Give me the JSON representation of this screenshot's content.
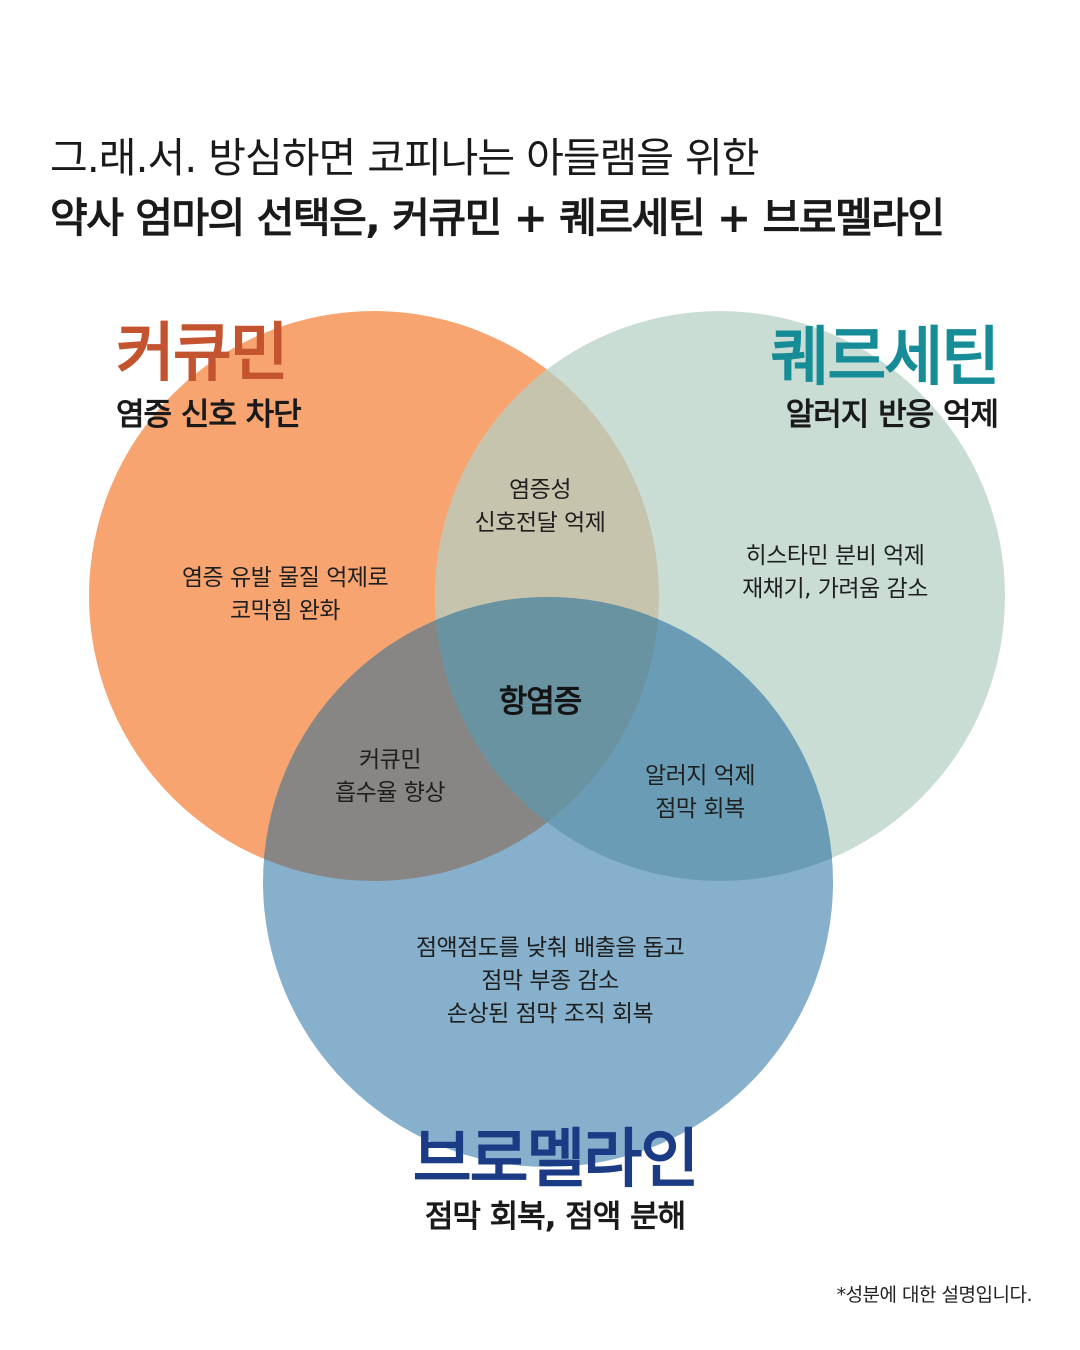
{
  "headline": {
    "line1": "그.래.서. 방심하면 코피나는 아들램을 위한",
    "line2": "약사 엄마의 선택은, 커큐민 + 퀘르세틴 + 브로멜라인"
  },
  "circles": {
    "curcumin": {
      "title": "커큐민",
      "subtitle": "염증 신호 차단",
      "fill_color": "#F7A470",
      "title_color": "#C4532F",
      "body": [
        "염증 유발 물질 억제로",
        "코막힘 완화"
      ]
    },
    "quercetin": {
      "title": "퀘르세틴",
      "subtitle": "알러지 반응 억제",
      "fill_color": "#C9DDD5",
      "title_color": "#168C97",
      "body": [
        "히스타민 분비 억제",
        "재채기, 가려움 감소"
      ]
    },
    "bromelain": {
      "title": "브로멜라인",
      "subtitle": "점막 회복, 점액 분해",
      "fill_color": "#86B0CB",
      "title_color": "#1B3B85",
      "body": [
        "점액점도를 낮춰 배출을 돕고",
        "점막 부종 감소",
        "손상된 점막 조직 회복"
      ]
    }
  },
  "overlaps": {
    "curcumin_quercetin": [
      "염증성",
      "신호전달 억제"
    ],
    "curcumin_bromelain": [
      "커큐민",
      "흡수율 향상"
    ],
    "quercetin_bromelain": [
      "알러지 억제",
      "점막 회복"
    ],
    "center": "항염증"
  },
  "footnote": "*성분에 대한 설명입니다."
}
